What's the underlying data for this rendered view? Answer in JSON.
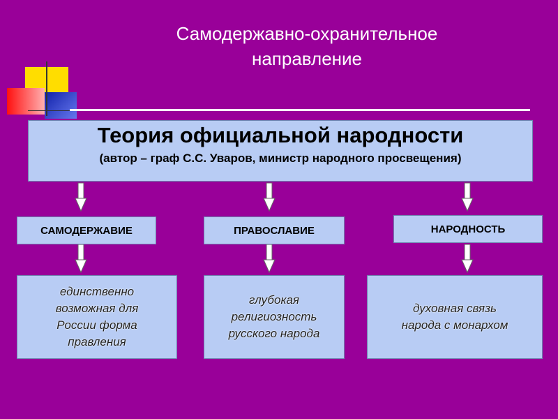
{
  "colors": {
    "background": "#990099",
    "box_fill": "#b8ccf4",
    "box_border": "#6f82b0",
    "deco_yellow": "#ffdd00",
    "deco_red": "#ff2222",
    "deco_blue": "#2233cc"
  },
  "header": {
    "title_line1": "Самодержавно-охранительное",
    "title_line2": "направление"
  },
  "main": {
    "title": "Теория официальной народности",
    "subtitle": "(автор – граф С.С. Уваров, министр народного просвещения)"
  },
  "categories": [
    {
      "label": "САМОДЕРЖАВИЕ",
      "description": [
        "единственно",
        "возможная для",
        "России форма",
        "правления"
      ]
    },
    {
      "label": "ПРАВОСЛАВИЕ",
      "description": [
        "глубокая",
        "религиозность",
        "русского народа"
      ]
    },
    {
      "label": "НАРОДНОСТЬ",
      "description": [
        "духовная связь",
        "народа с монархом"
      ]
    }
  ]
}
